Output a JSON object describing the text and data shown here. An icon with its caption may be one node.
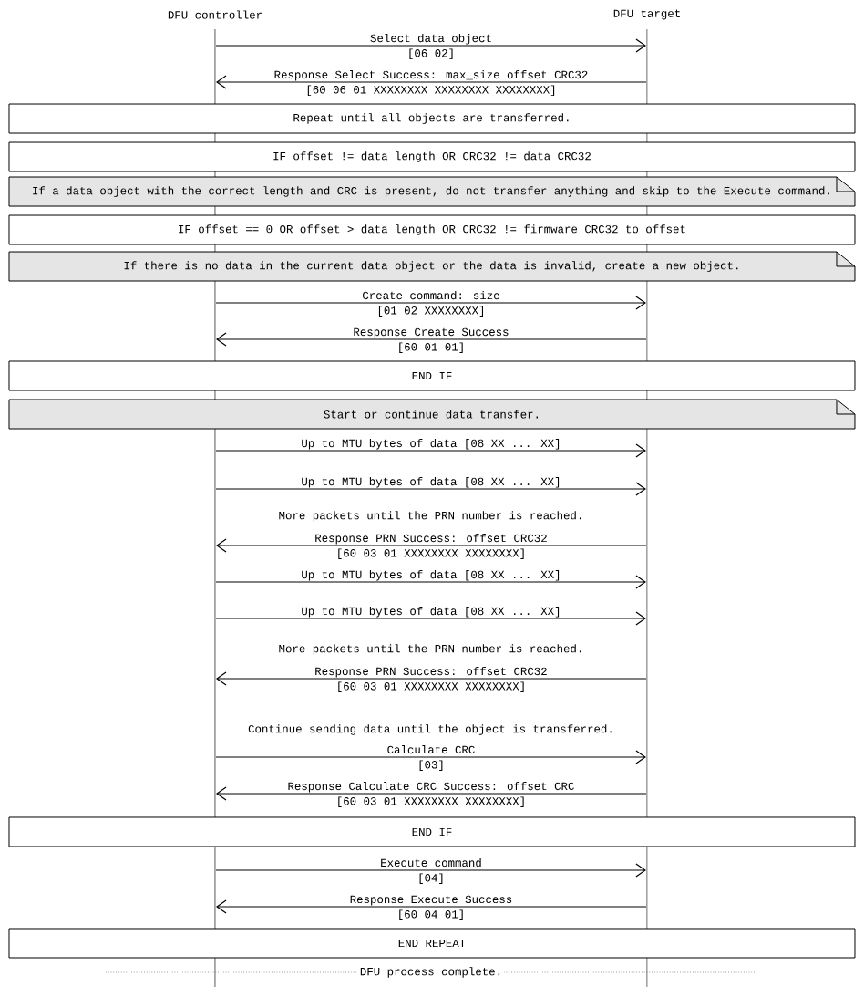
{
  "diagram": {
    "nodes": [
      {
        "text": [
          "DFU controller"
        ]
      },
      {
        "text": [
          "DFU target"
        ]
      },
      {
        "text": [
          "Repeat until all objects are transferred."
        ]
      },
      {
        "text": [
          "IF offset != data length OR CRC32 != data CRC32"
        ]
      },
      {
        "text": [
          "If a data object with the correct length and CRC is present, do not transfer anything and skip to the Execute command."
        ]
      },
      {
        "text": [
          "IF offset == 0 OR offset > data length OR CRC32 != firmware CRC32 to offset"
        ]
      },
      {
        "text": [
          "If there is no data in the current data object or the data is invalid, create a new object."
        ]
      },
      {
        "text": [
          "END IF"
        ]
      },
      {
        "text": [
          "Start or continue data transfer."
        ]
      },
      {
        "text": [
          "END IF"
        ]
      },
      {
        "text": [
          "END REPEAT"
        ]
      }
    ],
    "edges": [
      {
        "from": 0,
        "to": 1,
        "arrow": "to",
        "label": "Select data object"
      },
      {
        "from": 1,
        "to": 0,
        "arrow": "to",
        "label": "Response Select Success: max_size offset CRC32"
      },
      {
        "from": 0,
        "to": 1,
        "arrow": "to",
        "label": "Create command: size"
      },
      {
        "from": 1,
        "to": 0,
        "arrow": "to",
        "label": "Response Create Success"
      },
      {
        "from": 0,
        "to": 1,
        "arrow": "to",
        "label": "Up to MTU bytes of data [08 XX ... XX]"
      },
      {
        "from": 0,
        "to": 1,
        "arrow": "to",
        "label": "Up to MTU bytes of data [08 XX ... XX]"
      },
      {
        "from": 1,
        "to": 0,
        "arrow": "to",
        "label": "Response PRN Success: offset CRC32"
      },
      {
        "from": 0,
        "to": 1,
        "arrow": "to",
        "label": "Up to MTU bytes of data [08 XX ... XX]"
      },
      {
        "from": 0,
        "to": 1,
        "arrow": "to",
        "label": "Up to MTU bytes of data [08 XX ... XX]"
      },
      {
        "from": 1,
        "to": 0,
        "arrow": "to",
        "label": "Response PRN Success: offset CRC32"
      },
      {
        "from": 0,
        "to": 1,
        "arrow": "to",
        "label": "Calculate CRC"
      },
      {
        "from": 1,
        "to": 0,
        "arrow": "to",
        "label": "Response Calculate CRC Success: offset CRC"
      },
      {
        "from": 0,
        "to": 1,
        "arrow": "to",
        "label": "Execute command"
      },
      {
        "from": 1,
        "to": 0,
        "arrow": "to",
        "label": "Response Execute Success"
      }
    ],
    "labels": [
      "[06 02]",
      "[60 06 01 XXXXXXXX XXXXXXXX XXXXXXXX]",
      "[01 02 XXXXXXXX]",
      "[60 01 01]",
      "More packets until the PRN number is reached.",
      "[60 03 01 XXXXXXXX XXXXXXXX]",
      "More packets until the PRN number is reached.",
      "[60 03 01 XXXXXXXX XXXXXXXX]",
      "Continue sending data until the object is transferred.",
      "[03]",
      "[60 03 01 XXXXXXXX XXXXXXXX]",
      "[04]",
      "[60 04 01]",
      "DFU process complete."
    ]
  }
}
